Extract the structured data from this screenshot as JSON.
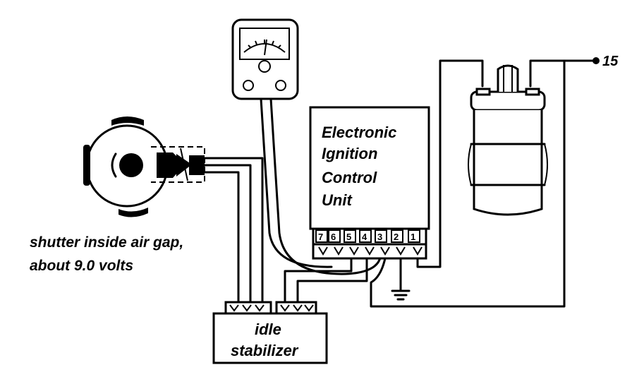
{
  "labels": {
    "control_unit": [
      "Electronic",
      "Ignition",
      "Control",
      "Unit"
    ],
    "idle_stabilizer": [
      "idle",
      "stabilizer"
    ],
    "shutter_note": [
      "shutter inside air gap,",
      "about 9.0 volts"
    ],
    "terminal_15": "15",
    "pins": [
      "7",
      "6",
      "5",
      "4",
      "3",
      "2",
      "1"
    ]
  },
  "colors": {
    "ink": "#000000",
    "paper": "#ffffff"
  },
  "icons": {
    "voltmeter": "voltmeter-icon",
    "ground": "ground-icon",
    "coil": "ignition-coil-icon",
    "distributor": "distributor-icon"
  }
}
